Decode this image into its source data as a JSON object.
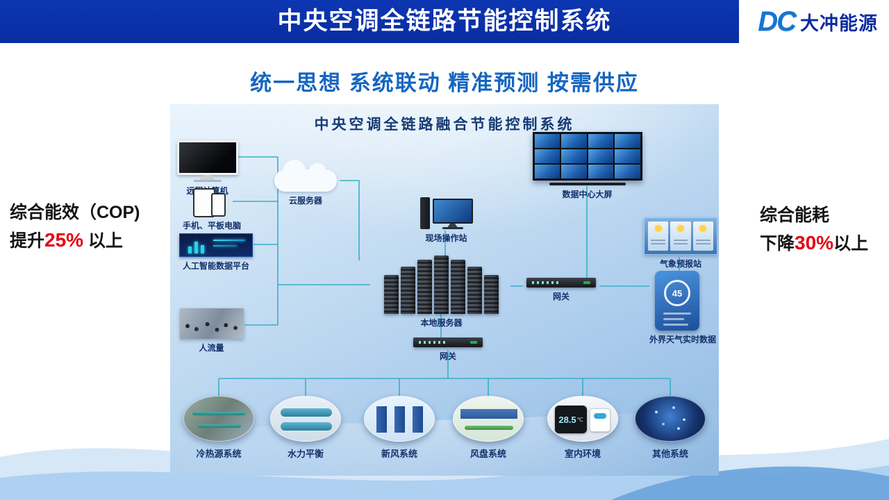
{
  "header": {
    "title": "中央空调全链路节能控制系统",
    "logo_dc": "DC",
    "logo_name": "大冲能源"
  },
  "subtitle": "统一思想 系统联动 精准预测 按需供应",
  "stats": {
    "left": {
      "title": "综合能效（COP)",
      "prefix": "提升",
      "value": "25%",
      "suffix": " 以上"
    },
    "right": {
      "title": "综合能耗",
      "prefix": "下降",
      "value": "30%",
      "suffix": "以上"
    }
  },
  "diagram": {
    "title": "中央空调全链路融合节能控制系统",
    "nodes": {
      "remote_pc": {
        "label": "远程计算机"
      },
      "mobile": {
        "label": "手机、平板电脑"
      },
      "cloud": {
        "label": "云服务器"
      },
      "field_station": {
        "label": "现场操作站"
      },
      "datacenter_screen": {
        "label": "数据中心大屏"
      },
      "ai_platform": {
        "label": "人工智能数据平台"
      },
      "local_server": {
        "label": "本地服务器"
      },
      "gateway_right": {
        "label": "网关"
      },
      "weather_station": {
        "label": "气象预报站"
      },
      "weather_data": {
        "label": "外界天气实时数据",
        "value": "45"
      },
      "people_flow": {
        "label": "人流量"
      },
      "gateway_bottom": {
        "label": "网关"
      }
    },
    "subsystems": [
      {
        "label": "冷热源系统"
      },
      {
        "label": "水力平衡"
      },
      {
        "label": "新风系统"
      },
      {
        "label": "风盘系统"
      },
      {
        "label": "室内环境"
      },
      {
        "label": "其他系统"
      }
    ],
    "indoor_temp": "28.5",
    "indoor_unit": "℃"
  },
  "colors": {
    "header_blue": "#0a2da0",
    "accent_blue": "#1566c0",
    "highlight_red": "#e60012",
    "line_teal": "#3aaec9"
  }
}
